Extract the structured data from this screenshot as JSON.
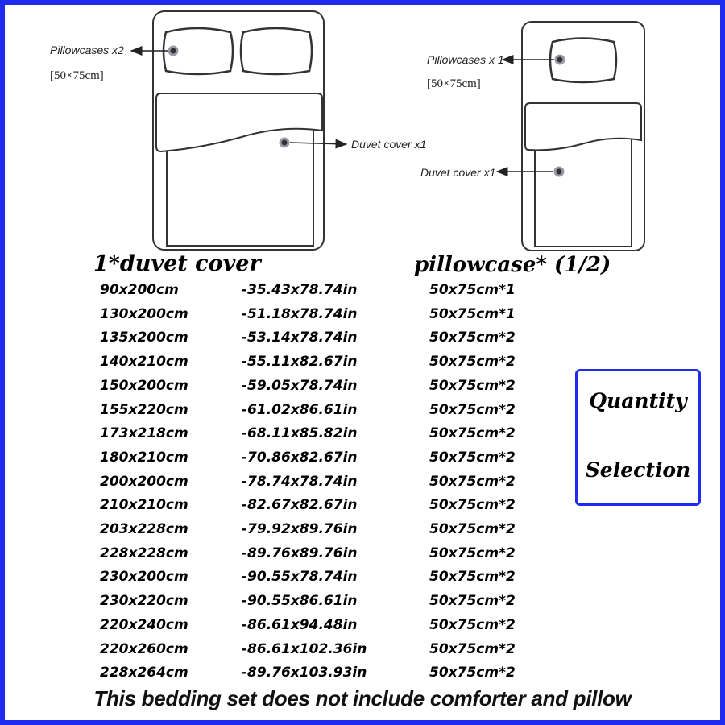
{
  "diagram": {
    "double_bed": {
      "pillowcases_label": "Pillowcases x2",
      "pillowcases_size": "[50×75cm]",
      "duvet_label": "Duvet cover x1"
    },
    "single_bed": {
      "pillowcases_label": "Pillowcases x 1",
      "pillowcases_size": "[50×75cm]",
      "duvet_label": "Duvet cover x1"
    }
  },
  "headings": {
    "duvet": "1*duvet cover",
    "pillowcase": "pillowcase* (1/2)"
  },
  "size_table": [
    {
      "cm": "90x200cm",
      "inches": "-35.43x78.74in",
      "pillowcase": "50x75cm*1"
    },
    {
      "cm": "130x200cm",
      "inches": "-51.18x78.74in",
      "pillowcase": "50x75cm*1"
    },
    {
      "cm": "135x200cm",
      "inches": "-53.14x78.74in",
      "pillowcase": "50x75cm*2"
    },
    {
      "cm": "140x210cm",
      "inches": "-55.11x82.67in",
      "pillowcase": "50x75cm*2"
    },
    {
      "cm": "150x200cm",
      "inches": "-59.05x78.74in",
      "pillowcase": "50x75cm*2"
    },
    {
      "cm": "155x220cm",
      "inches": "-61.02x86.61in",
      "pillowcase": "50x75cm*2"
    },
    {
      "cm": "173x218cm",
      "inches": "-68.11x85.82in",
      "pillowcase": "50x75cm*2"
    },
    {
      "cm": "180x210cm",
      "inches": "-70.86x82.67in",
      "pillowcase": "50x75cm*2"
    },
    {
      "cm": "200x200cm",
      "inches": "-78.74x78.74in",
      "pillowcase": "50x75cm*2"
    },
    {
      "cm": "210x210cm",
      "inches": "-82.67x82.67in",
      "pillowcase": "50x75cm*2"
    },
    {
      "cm": "203x228cm",
      "inches": "-79.92x89.76in",
      "pillowcase": "50x75cm*2"
    },
    {
      "cm": "228x228cm",
      "inches": "-89.76x89.76in",
      "pillowcase": "50x75cm*2"
    },
    {
      "cm": "230x200cm",
      "inches": "-90.55x78.74in",
      "pillowcase": "50x75cm*2"
    },
    {
      "cm": "230x220cm",
      "inches": "-90.55x86.61in",
      "pillowcase": "50x75cm*2"
    },
    {
      "cm": "220x240cm",
      "inches": "-86.61x94.48in",
      "pillowcase": "50x75cm*2"
    },
    {
      "cm": "220x260cm",
      "inches": "-86.61x102.36in",
      "pillowcase": "50x75cm*2"
    },
    {
      "cm": "228x264cm",
      "inches": "-89.76x103.93in",
      "pillowcase": "50x75cm*2"
    }
  ],
  "quantity_box": {
    "line1": "Quantity",
    "line2": "Selection"
  },
  "footer": "This bedding set does not include comforter and pillow",
  "colors": {
    "border": "#1f2cf0",
    "text": "#000000"
  }
}
